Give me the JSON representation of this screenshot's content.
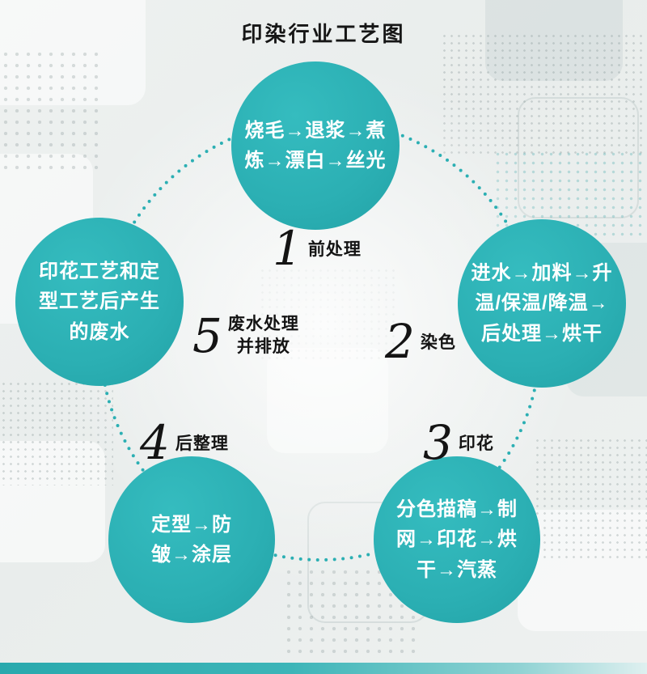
{
  "title": "印染行业工艺图",
  "colors": {
    "circle_fill": "#2bafb3",
    "circle_text": "#ffffff",
    "label_text": "#141414",
    "ring_dot": "#2bafb3",
    "footer_bar": "#2bafb3"
  },
  "steps": [
    {
      "number": "1",
      "label": "前处理",
      "circle_lines": [
        "烧毛→退浆→煮",
        "炼→漂白→丝光"
      ]
    },
    {
      "number": "2",
      "label": "染色",
      "circle_lines": [
        "进水→加料→升",
        "温/保温/降温→",
        "后处理→烘干"
      ]
    },
    {
      "number": "3",
      "label": "印花",
      "circle_lines": [
        "分色描稿→制",
        "网→印花→烘",
        "干→汽蒸"
      ]
    },
    {
      "number": "4",
      "label": "后整理",
      "circle_lines": [
        "定型→防",
        "皱→涂层"
      ]
    },
    {
      "number": "5",
      "label_lines": [
        "废水处理",
        "并排放"
      ],
      "circle_lines": [
        "印花工艺和定",
        "型工艺后产生",
        "的废水"
      ]
    }
  ]
}
